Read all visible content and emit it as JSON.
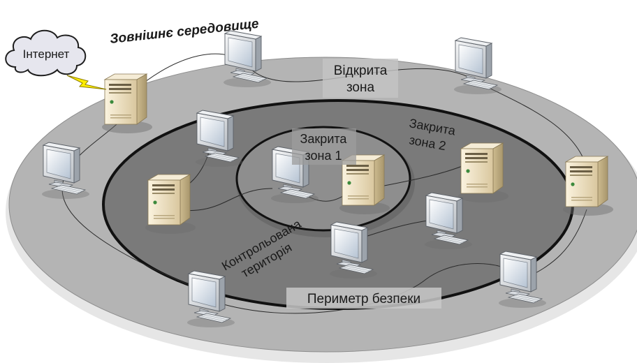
{
  "labels": {
    "external_environment": "Зовнішнє середовище",
    "internet": "Інтернет",
    "open_zone_line1": "Відкрита",
    "open_zone_line2": "зона",
    "closed_zone1_line1": "Закрита",
    "closed_zone1_line2": "зона 1",
    "closed_zone2_line1": "Закрита",
    "closed_zone2_line2": "зона 2",
    "controlled_territory_line1": "Контрольована",
    "controlled_territory_line2": "територія",
    "security_perimeter": "Периметр безпеки"
  },
  "colors": {
    "outer_zone": "#b4b4b4",
    "controlled_zone": "#7a7a7a",
    "inner_zone": "#8e8e8e",
    "border": "#111111",
    "cloud": "#e6e6ee",
    "lightning": "#ffee00",
    "server_body": "#efe1c2",
    "monitor_frame": "#e6e8ea",
    "monitor_screen": "#dfe8f2"
  },
  "icons": {
    "cloud": "cloud-icon",
    "server": "server-icon",
    "workstation": "computer-icon",
    "link": "lightning-icon"
  }
}
